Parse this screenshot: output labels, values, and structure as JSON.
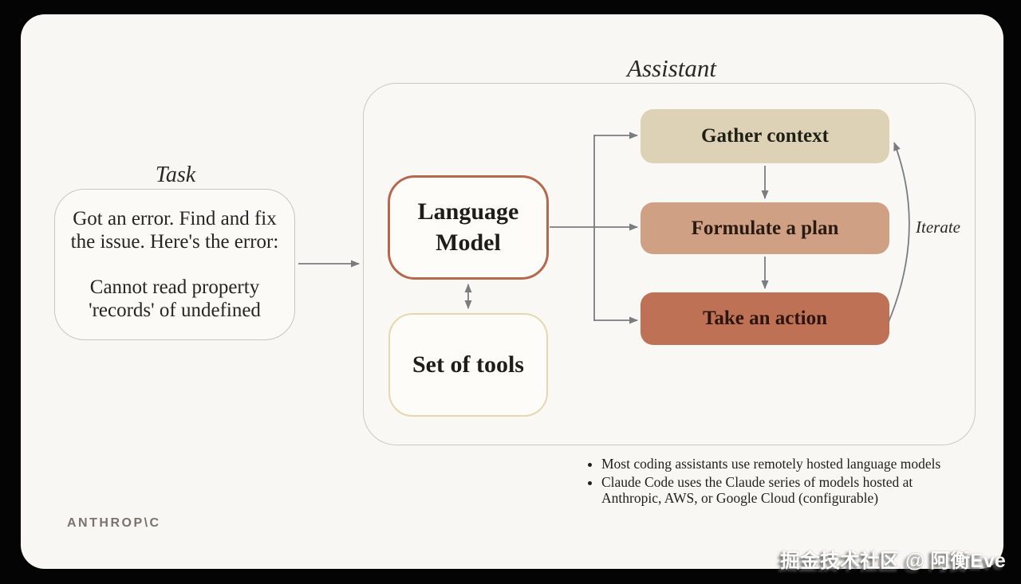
{
  "task": {
    "label": "Task",
    "intro": "Got an error. Find and fix the issue. Here's the error:",
    "error": "Cannot read property 'records' of undefined"
  },
  "assistant": {
    "label": "Assistant",
    "language_model_label": "Language Model",
    "tools_label": "Set of tools",
    "steps": [
      {
        "label": "Gather context"
      },
      {
        "label": "Formulate a plan"
      },
      {
        "label": "Take an action"
      }
    ],
    "iterate_label": "Iterate"
  },
  "notes": {
    "bullets": [
      "Most coding assistants use remotely hosted language models",
      "Claude Code uses the Claude series of models hosted at Anthropic, AWS, or Google Cloud (configurable)"
    ]
  },
  "footer": {
    "logo": "ANTHROP\\C",
    "watermark": "掘金技术社区 @ 阿衡Eve"
  },
  "colors": {
    "background": "#040404",
    "card": "#f8f7f3",
    "gather_box": "#ddd2b6",
    "plan_box": "#cfa084",
    "action_box": "#bf7156",
    "language_model_border": "#b5684e",
    "tools_border": "#e6d8ad",
    "arrow": "#7a7d7f",
    "text": "#1e1d18"
  }
}
